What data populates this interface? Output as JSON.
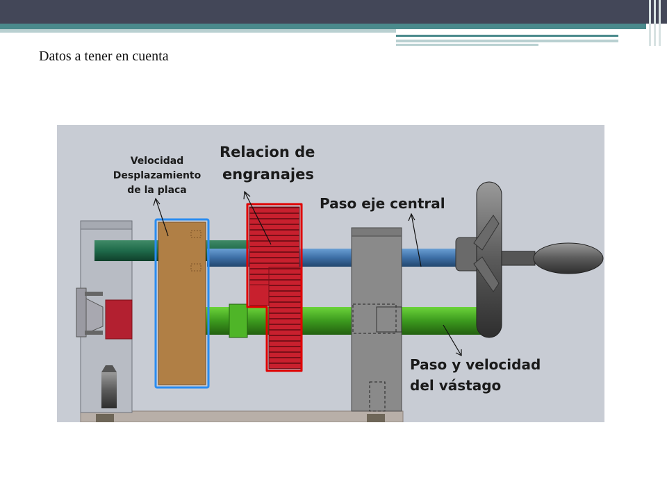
{
  "slide": {
    "title": "Datos a tener en cuenta"
  },
  "figure": {
    "labels": {
      "velocidad": [
        "Velocidad",
        "Desplazamiento",
        "de la placa"
      ],
      "relacion": [
        "Relacion de",
        "engranajes"
      ],
      "paso_eje": "Paso eje central",
      "paso_vastago": [
        "Paso y velocidad",
        "del vástago"
      ]
    },
    "colors": {
      "background": "#c8ccd4",
      "gear": "#c8202e",
      "plate": "#b07f45",
      "upper_shaft": "#3d6fa6",
      "lower_shaft": "#3c9a1e",
      "housing": "#888888",
      "highlight_red": "#e00000",
      "highlight_blue": "#2a8cf0"
    }
  }
}
